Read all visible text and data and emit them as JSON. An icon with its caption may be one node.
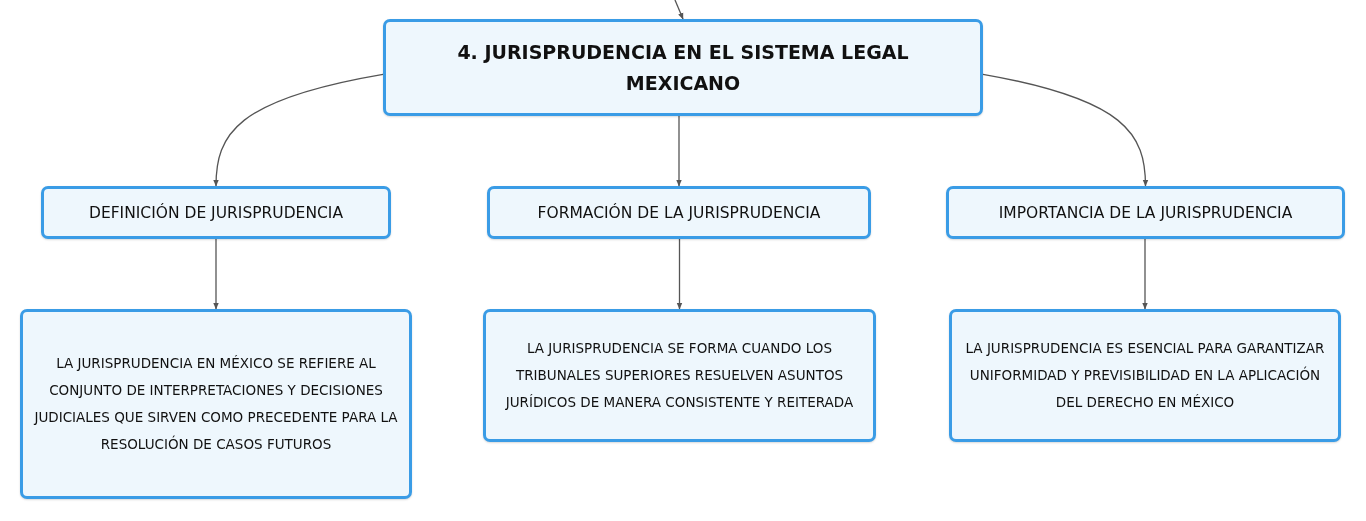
{
  "diagram": {
    "nodes": [
      {
        "text": [
          "4. JURISPRUDENCIA EN EL SISTEMA LEGAL MEXICANO"
        ]
      },
      {
        "text": [
          "DEFINICIÓN DE JURISPRUDENCIA"
        ]
      },
      {
        "text": [
          "FORMACIÓN DE LA JURISPRUDENCIA"
        ]
      },
      {
        "text": [
          "IMPORTANCIA DE LA JURISPRUDENCIA"
        ]
      },
      {
        "text": [
          "LA JURISPRUDENCIA EN MÉXICO SE REFIERE AL CONJUNTO DE INTERPRETACIONES Y DECISIONES JUDICIALES QUE SIRVEN COMO PRECEDENTE PARA LA RESOLUCIÓN DE CASOS FUTUROS"
        ]
      },
      {
        "text": [
          "LA JURISPRUDENCIA SE FORMA CUANDO LOS TRIBUNALES SUPERIORES RESUELVEN ASUNTOS JURÍDICOS DE MANERA CONSISTENTE Y REITERADA"
        ]
      },
      {
        "text": [
          "LA JURISPRUDENCIA ES ESENCIAL PARA GARANTIZAR UNIFORMIDAD Y PREVISIBILIDAD EN LA APLICACIÓN DEL DERECHO EN MÉXICO"
        ]
      }
    ],
    "edges": [
      {
        "from": null,
        "to": 0,
        "arrow": "to"
      },
      {
        "from": 0,
        "to": 1,
        "arrow": "to"
      },
      {
        "from": 0,
        "to": 2,
        "arrow": "to"
      },
      {
        "from": 0,
        "to": 3,
        "arrow": "to"
      },
      {
        "from": 1,
        "to": 4,
        "arrow": "to"
      },
      {
        "from": 2,
        "to": 5,
        "arrow": "to"
      },
      {
        "from": 3,
        "to": 6,
        "arrow": "to"
      }
    ]
  }
}
